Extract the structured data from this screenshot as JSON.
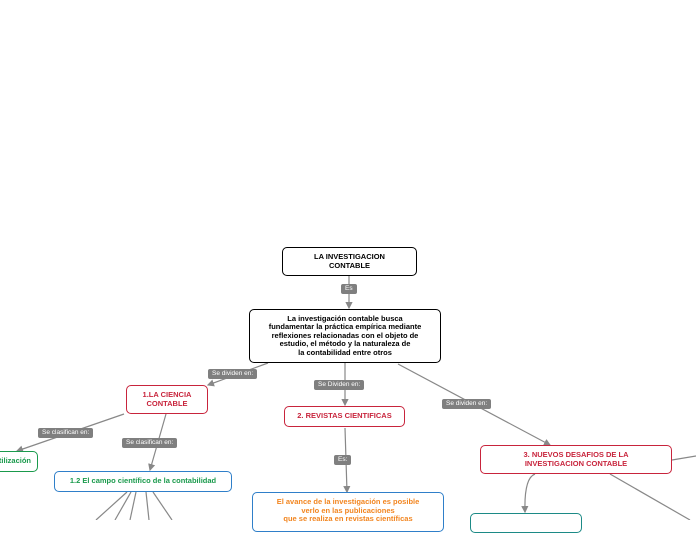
{
  "nodes": {
    "root": "LA INVESTIGACION\nCONTABLE",
    "definition": "La investigación contable busca\nfundamentar la práctica empírica mediante\nreflexiones relacionadas con el objeto de\nestudio, el método y la naturaleza de\nla contabilidad entre otros",
    "ciencia": "1.LA CIENCIA\nCONTABLE",
    "revistas": "2. REVISTAS CIENTIFICAS",
    "desafios": "3. NUEVOS DESAFIOS DE LA\nINVESTIGACION CONTABLE",
    "utilizacion": "utilización",
    "campo": "1.2 El campo científico de la contabilidad",
    "avance": "El avance de la investigación es posible\nverlo en las publicaciones\nque se realiza en revistas científicas"
  },
  "edge_labels": {
    "es": "Es",
    "se_dividen_en": "Se dividen en:",
    "se_dividen_en_2": "Se Dividen en:",
    "se_dividen_en_3": "Se dividen en:",
    "se_clasifican_en_1": "Se clasifican en:",
    "se_clasifican_en_2": "Se clasifican en:",
    "es_2": "Es:"
  },
  "colors": {
    "line": "#888888",
    "label_bg": "#7f7f7f",
    "red": "#c8243c",
    "green": "#1a9a4c",
    "blue": "#2f7fc9",
    "orange": "#f2851f"
  }
}
